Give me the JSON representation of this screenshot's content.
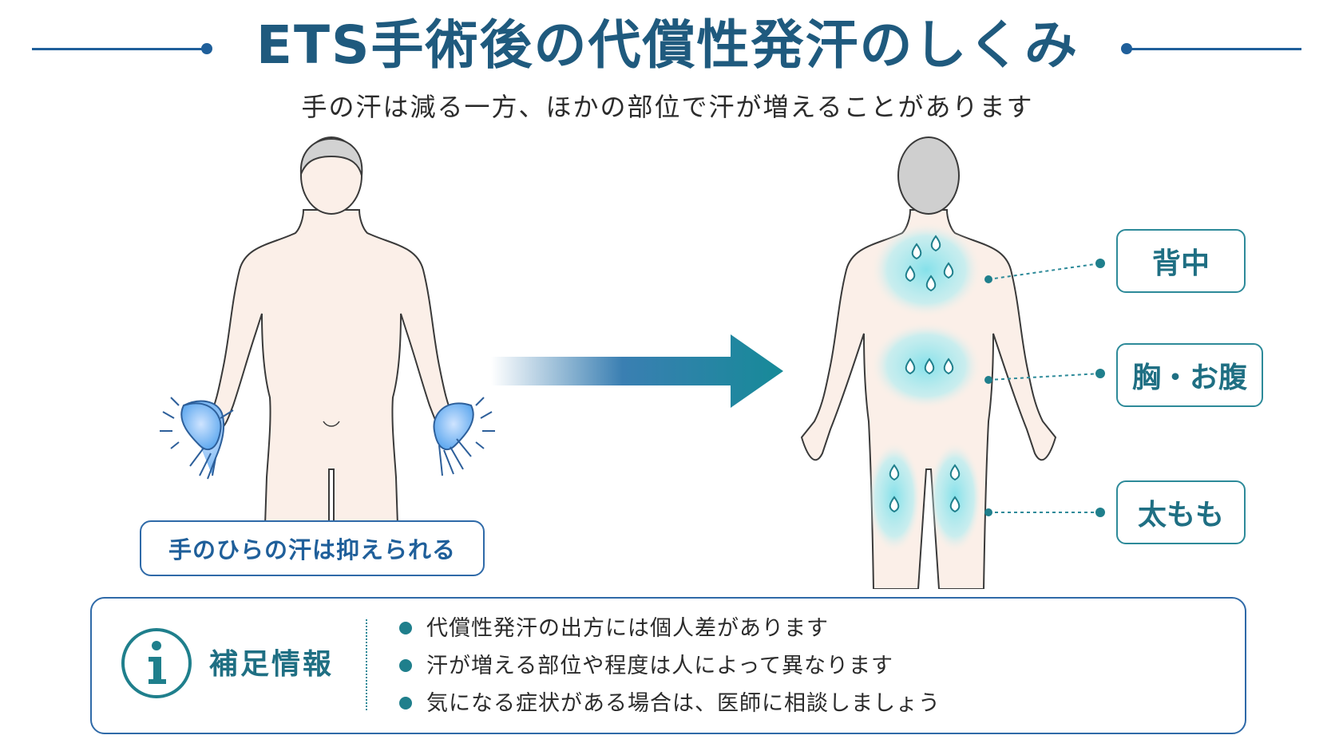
{
  "header": {
    "title": "ETS手術後の代償性発汗のしくみ",
    "subtitle": "手の汗は減る一方、ほかの部位で汗が増えることがあります"
  },
  "front": {
    "caption": "手のひらの汗は抑えられる"
  },
  "back": {
    "labels": [
      "背中",
      "胸・お腹",
      "太もも"
    ]
  },
  "info": {
    "heading": "補足情報",
    "icon": "info-icon",
    "notes": [
      "代償性発汗の出方には個人差があります",
      "汗が増える部位や程度は人によって異なります",
      "気になる症状がある場合は、医師に相談しましょう"
    ]
  },
  "colors": {
    "title": "#1f5a7e",
    "accent_teal": "#2d8a99",
    "accent_blue": "#2f6aa8",
    "skin": "#fbefe8",
    "sweat_glow": "#7fe0ea",
    "palm_glow": "#6aaef0",
    "hair": "#d2d2d2"
  }
}
